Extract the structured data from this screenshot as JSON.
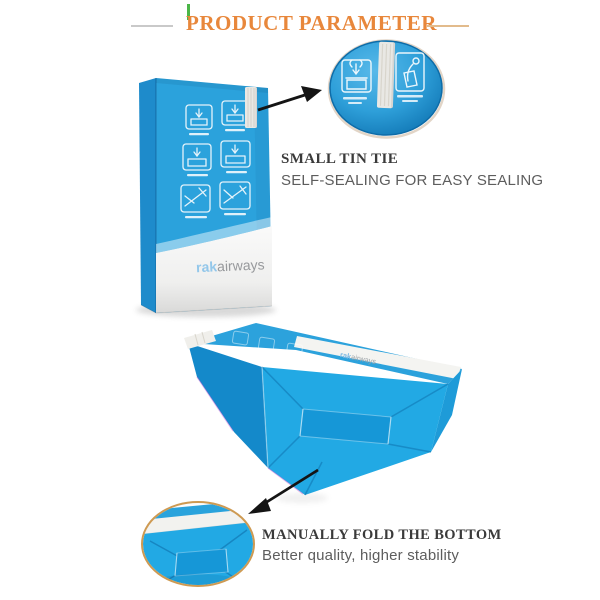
{
  "header": {
    "title": "PRODUCT PARAMETER",
    "title_color": "#E8873B",
    "accent_bar_color": "#4CB648",
    "left_rule_color": "#C9C9C9",
    "right_rule_color": "#E2BB8C"
  },
  "brand": {
    "prefix": "rak",
    "suffix": "airways"
  },
  "features": [
    {
      "heading": "SMALL TIN TIE",
      "subheading": "SELF-SEALING FOR EASY SEALING"
    },
    {
      "heading": "MANUALLY FOLD THE BOTTOM",
      "subheading": "Better quality, higher stability"
    }
  ],
  "colors": {
    "bag_front": "#2BA2DC",
    "bag_gusset": "#1E8BCB",
    "lying_top": "#2CA2DC",
    "lying_side": "#1489CA",
    "lying_right": "#1E9BD8",
    "lying_bottom": "#22A9E4",
    "fold_strip": "#1697D7",
    "tin_tie": "#E9E8E4",
    "callout_rim": "#0E6CA8",
    "callout_ring_tan": "#CE9A52",
    "arrow": "#141414",
    "heading_text": "#3A3A3A",
    "subheading_text": "#5D5D5D"
  }
}
